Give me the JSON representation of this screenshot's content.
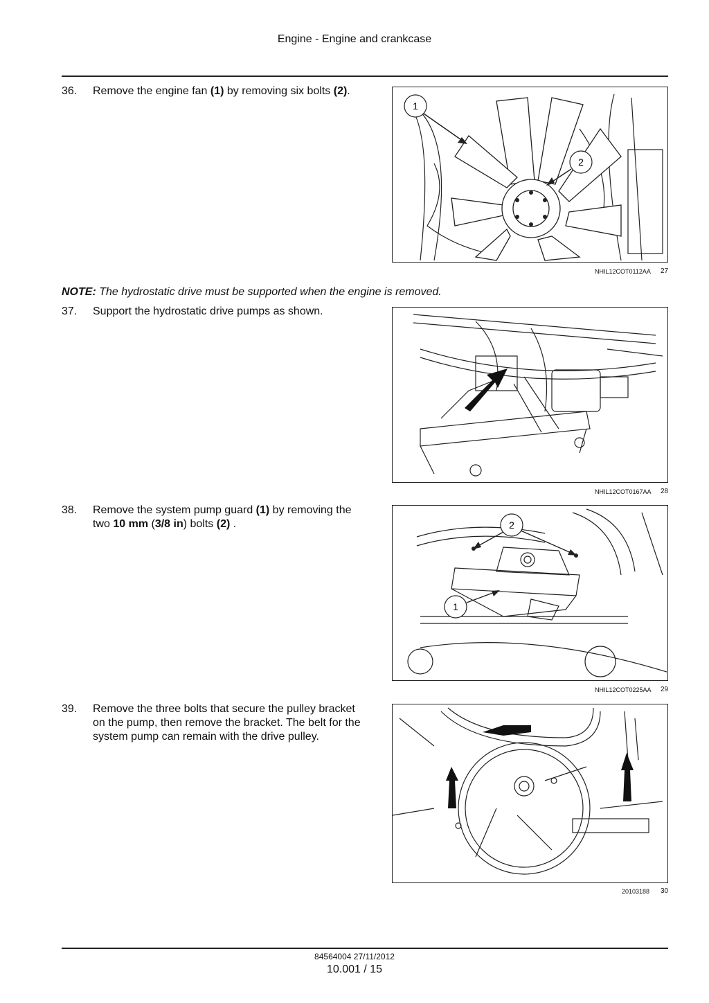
{
  "header": {
    "title": "Engine - Engine and crankcase"
  },
  "steps": [
    {
      "num": "36.",
      "t1": "Remove the engine fan ",
      "b1": "(1)",
      "t2": " by removing six bolts ",
      "b2": "(2)",
      "t3": "."
    },
    {
      "num": "37.",
      "text": "Support the hydrostatic drive pumps as shown."
    },
    {
      "num": "38.",
      "t1": "Remove the system pump guard ",
      "b1": "(1)",
      "t2": " by removing the two ",
      "b2": "10 mm",
      "t3": " (",
      "b3": "3/8 in",
      "t4": ") bolts ",
      "b4": "(2)",
      "t5": " ."
    },
    {
      "num": "39.",
      "text": "Remove the three bolts that secure the pulley bracket on the pump, then remove the bracket.  The belt for the system pump can remain with the drive pulley."
    }
  ],
  "note": {
    "label": "NOTE:",
    "text": " The hydrostatic drive must be supported when the engine is removed."
  },
  "figures": [
    {
      "code": "NHIL12COT0112AA",
      "num": "27",
      "callouts": [
        "1",
        "2"
      ]
    },
    {
      "code": "NHIL12COT0167AA",
      "num": "28"
    },
    {
      "code": "NHIL12COT0225AA",
      "num": "29",
      "callouts": [
        "2",
        "1"
      ]
    },
    {
      "code": "20103188",
      "num": "30"
    }
  ],
  "footer": {
    "doc": "84564004 27/11/2012",
    "page": "10.001 / 15"
  }
}
